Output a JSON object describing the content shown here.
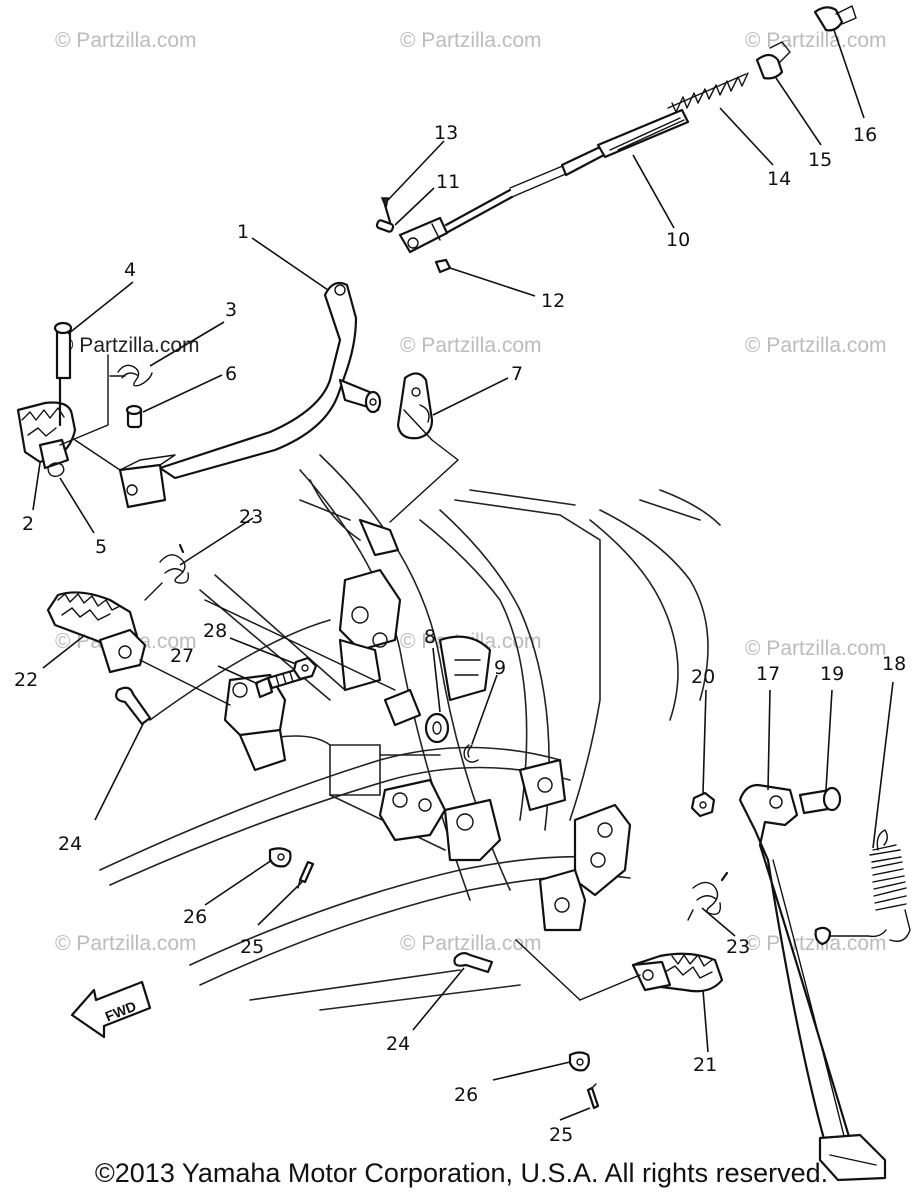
{
  "watermark": {
    "text": "© Partzilla.com",
    "highlighted_text": "© Partzilla.com"
  },
  "fwd_label": "FWD",
  "copyright": "©2013  Yamaha Motor Corporation, U.S.A. All rights reserved.",
  "part_labels": [
    {
      "id": "1",
      "text": "1"
    },
    {
      "id": "2",
      "text": "2"
    },
    {
      "id": "3",
      "text": "3"
    },
    {
      "id": "4",
      "text": "4"
    },
    {
      "id": "5",
      "text": "5"
    },
    {
      "id": "6",
      "text": "6"
    },
    {
      "id": "7",
      "text": "7"
    },
    {
      "id": "8",
      "text": "8"
    },
    {
      "id": "9",
      "text": "9"
    },
    {
      "id": "10",
      "text": "10"
    },
    {
      "id": "11",
      "text": "11"
    },
    {
      "id": "12",
      "text": "12"
    },
    {
      "id": "13",
      "text": "13"
    },
    {
      "id": "14",
      "text": "14"
    },
    {
      "id": "15",
      "text": "15"
    },
    {
      "id": "16",
      "text": "16"
    },
    {
      "id": "17",
      "text": "17"
    },
    {
      "id": "18",
      "text": "18"
    },
    {
      "id": "19",
      "text": "19"
    },
    {
      "id": "20",
      "text": "20"
    },
    {
      "id": "21",
      "text": "21"
    },
    {
      "id": "22",
      "text": "22"
    },
    {
      "id": "23a",
      "text": "23"
    },
    {
      "id": "23b",
      "text": "23"
    },
    {
      "id": "24a",
      "text": "24"
    },
    {
      "id": "24b",
      "text": "24"
    },
    {
      "id": "25a",
      "text": "25"
    },
    {
      "id": "25b",
      "text": "25"
    },
    {
      "id": "26a",
      "text": "26"
    },
    {
      "id": "26b",
      "text": "26"
    },
    {
      "id": "27",
      "text": "27"
    },
    {
      "id": "28",
      "text": "28"
    }
  ]
}
